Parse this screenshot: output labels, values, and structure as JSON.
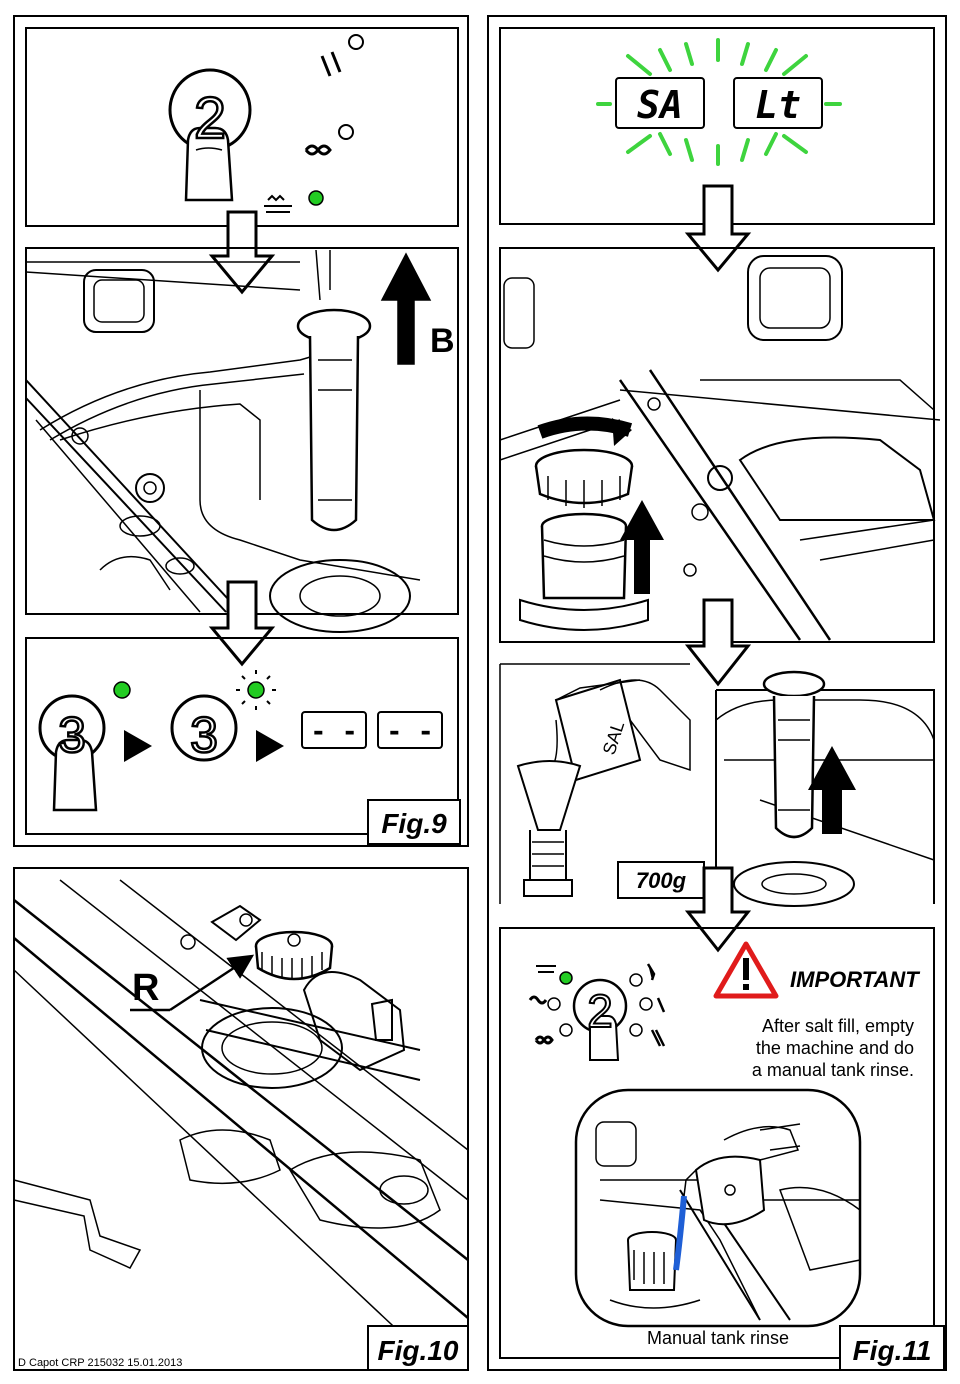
{
  "fig9": {
    "label": "Fig.9",
    "step_b_label": "B",
    "button_2": "2",
    "button_3a": "3",
    "button_3b": "3",
    "display_left": "- -",
    "display_right": "- -"
  },
  "fig10": {
    "label": "Fig.10",
    "part_r_label": "R",
    "footer_ref": "D Capot CRP 215032 15.01.2013"
  },
  "fig11": {
    "label": "Fig.11",
    "display_left": "SA",
    "display_right": "Lt",
    "salt_box_text": "SAL",
    "salt_weight": "700g",
    "button_2": "2",
    "important_title": "IMPORTANT",
    "important_line1": "After salt fill, empty",
    "important_line2": "the machine and do",
    "important_line3": "a manual tank rinse.",
    "rinse_caption": "Manual tank rinse"
  },
  "colors": {
    "led_green": "#22cc22",
    "blink_green": "#3ed43e",
    "warning_red": "#e01b1b",
    "rinse_blue": "#1f5fd6"
  }
}
